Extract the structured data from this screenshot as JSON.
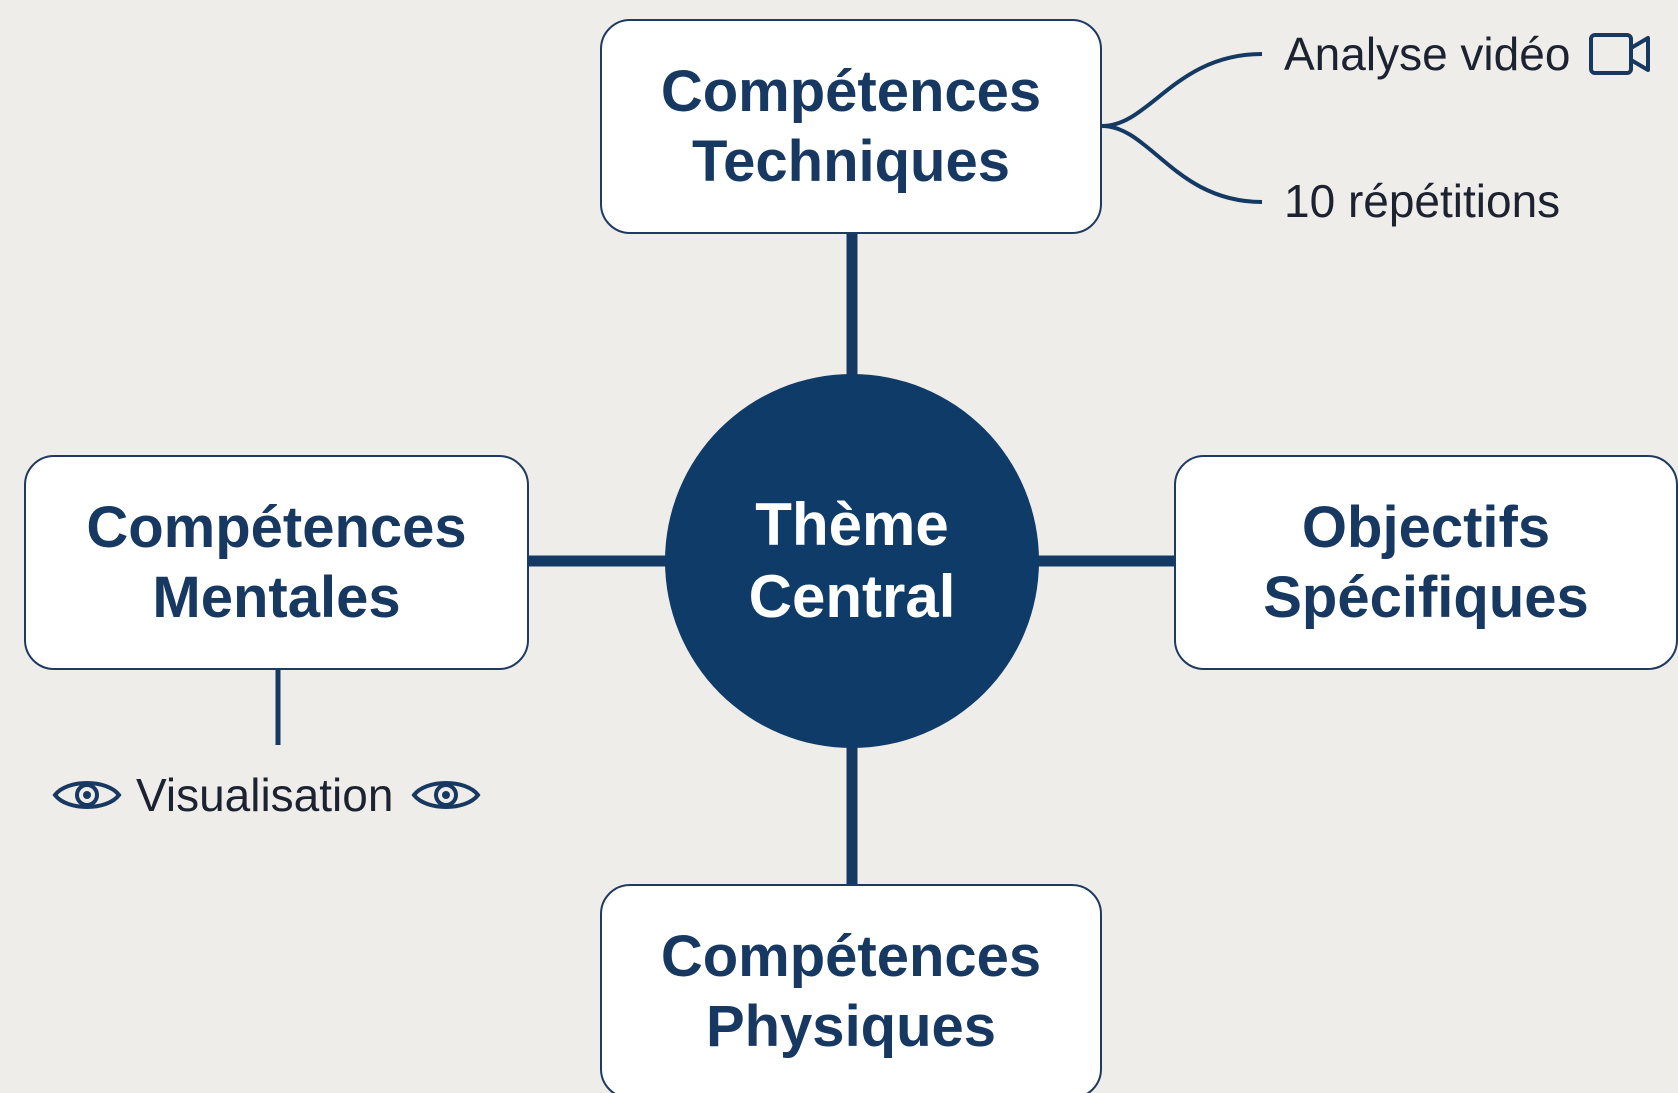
{
  "diagram": {
    "center": {
      "line1": "Thème",
      "line2": "Central"
    },
    "nodes": {
      "technical": {
        "line1": "Compétences",
        "line2": "Techniques"
      },
      "mental": {
        "line1": "Compétences",
        "line2": "Mentales"
      },
      "objectives": {
        "line1": "Objectifs",
        "line2": "Spécifiques"
      },
      "physical": {
        "line1": "Compétences",
        "line2": "Physiques"
      }
    },
    "leaves": {
      "video_analysis": {
        "label": "Analyse vidéo",
        "icon": "video-camera-icon"
      },
      "repetitions": {
        "label": "10 répétitions"
      },
      "visualisation": {
        "label": "Visualisation",
        "icon": "eye-icon"
      }
    },
    "colors": {
      "background": "#efedea",
      "center_fill": "#0f3b68",
      "node_border": "#1f3a60",
      "node_text": "#173961",
      "connector": "#143a63"
    }
  }
}
